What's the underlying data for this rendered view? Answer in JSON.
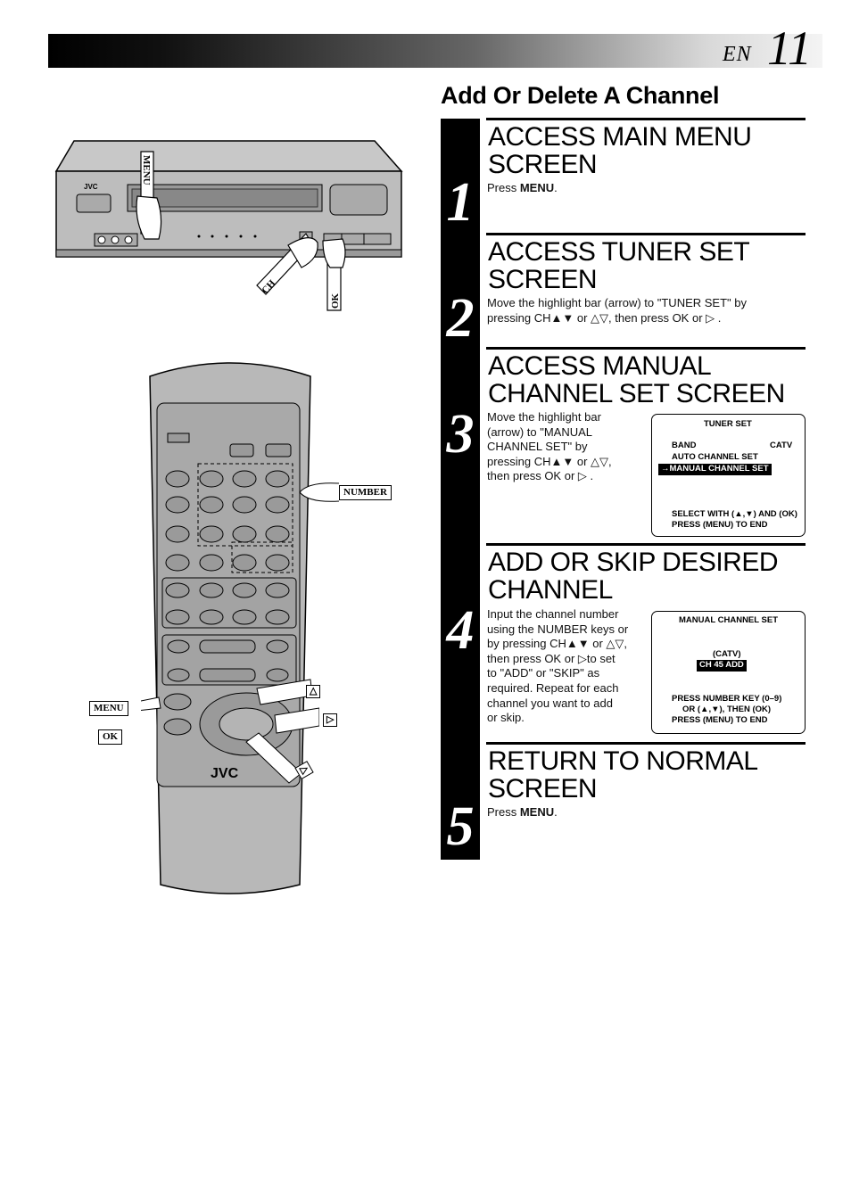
{
  "header": {
    "lang": "EN",
    "page_number": "11"
  },
  "section_title": "Add Or Delete A Channel",
  "steps": [
    {
      "number": "1",
      "title_line1": "ACCESS MAIN MENU",
      "title_line2": "SCREEN",
      "body": [
        {
          "t": "Press "
        },
        {
          "b": "MENU"
        },
        {
          "t": "."
        }
      ]
    },
    {
      "number": "2",
      "title_line1": "ACCESS TUNER SET",
      "title_line2": "SCREEN",
      "body_line1": "Move the highlight bar (arrow) to \"TUNER SET\" by",
      "body_line2": "pressing CH▲▼ or △▽, then press OK or ▷ ."
    },
    {
      "number": "3",
      "title_line1": "ACCESS MANUAL",
      "title_line2": "CHANNEL SET SCREEN",
      "body_lines": [
        "Move the highlight bar",
        "(arrow) to \"MANUAL",
        "CHANNEL SET\" by",
        "pressing CH▲▼ or △▽,",
        "then press OK or ▷ ."
      ]
    },
    {
      "number": "4",
      "title_line1": "ADD OR SKIP DESIRED",
      "title_line2": "CHANNEL",
      "body_lines": [
        "Input the channel number",
        "using the NUMBER keys or",
        "by pressing CH▲▼ or △▽,",
        "then press OK or ▷to set",
        "to \"ADD\" or \"SKIP\" as",
        "required. Repeat for each",
        "channel you want to add",
        "or skip."
      ]
    },
    {
      "number": "5",
      "title_line1": "RETURN TO NORMAL",
      "title_line2": "SCREEN",
      "body": "Press MENU."
    }
  ],
  "osd_tuner": {
    "title": "TUNER SET",
    "band_label": "BAND",
    "band_value": "CATV",
    "item_auto": "AUTO CHANNEL SET",
    "item_manual": "→MANUAL CHANNEL SET",
    "footer1": "SELECT WITH (▲,▼) AND (OK)",
    "footer2": "PRESS (MENU) TO END"
  },
  "osd_manual": {
    "title": "MANUAL CHANNEL SET",
    "band": "(CATV)",
    "channel_line": "CH    45  ADD",
    "footer1": "PRESS NUMBER KEY (0–9)",
    "footer2": "OR (▲,▼), THEN (OK)",
    "footer3": "PRESS (MENU) TO END"
  },
  "vcr_labels": {
    "brand": "JVC",
    "menu": "MENU",
    "ch": "CH",
    "ok": "OK"
  },
  "remote_labels": {
    "brand": "JVC",
    "number": "NUMBER",
    "menu": "MENU",
    "ok": "OK"
  }
}
